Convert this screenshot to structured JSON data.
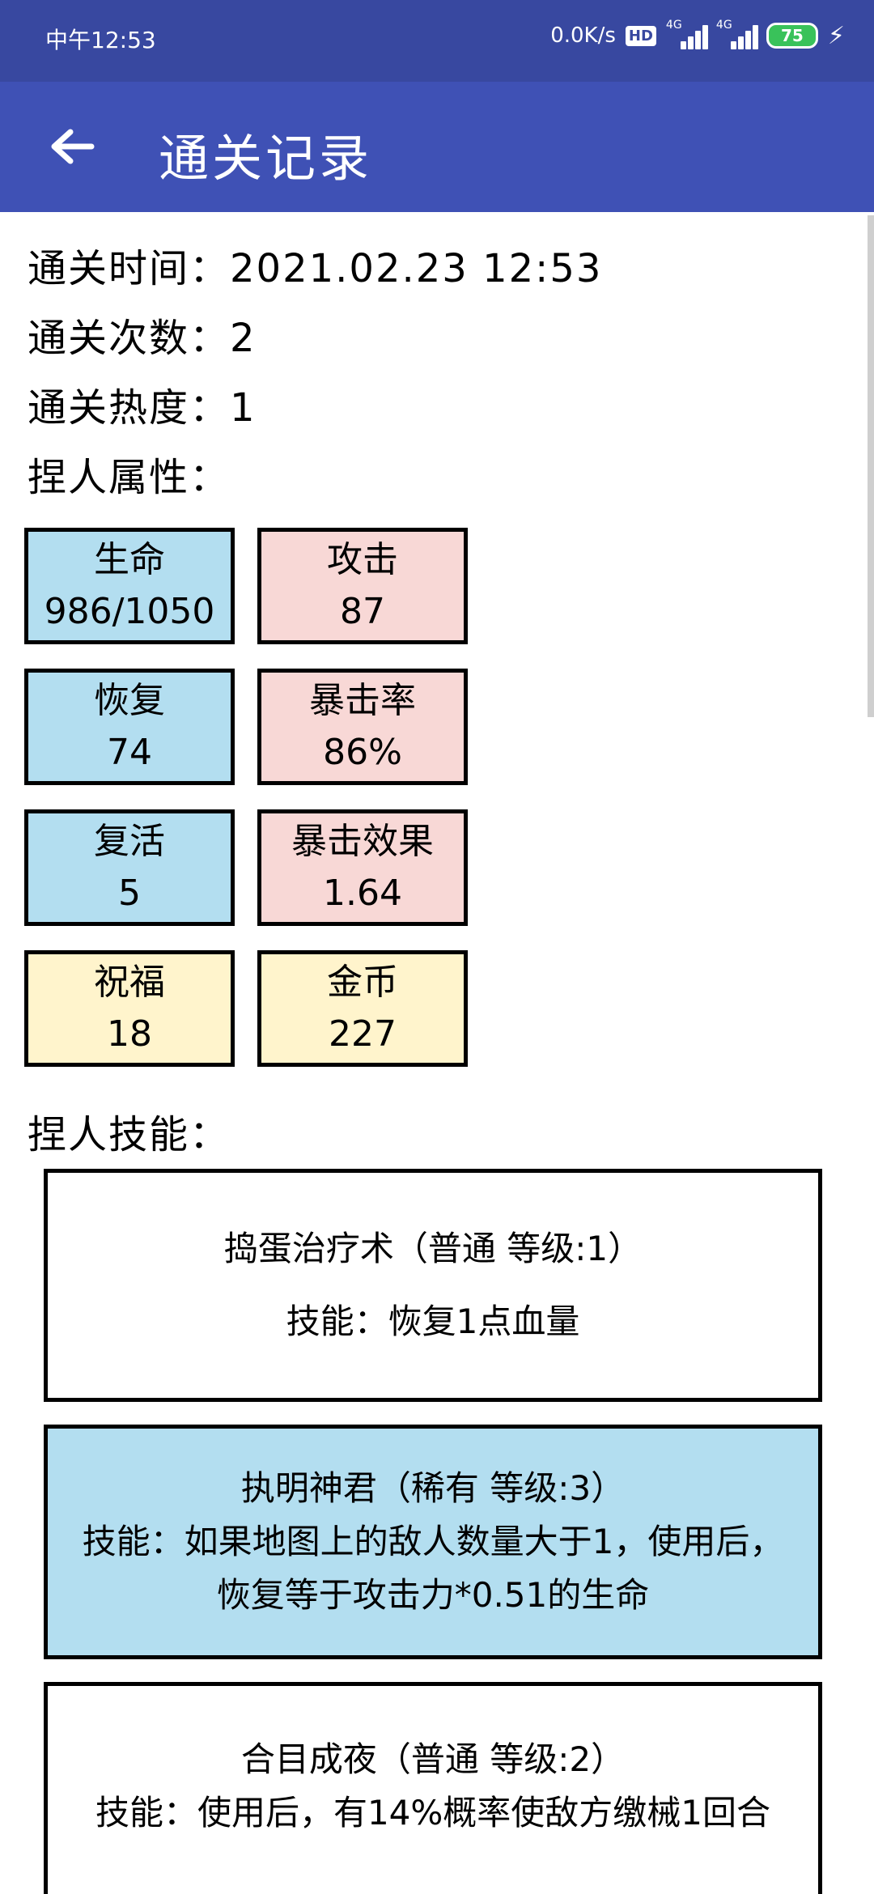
{
  "status_bar": {
    "time": "中午12:53",
    "net_speed": "0.0K/s",
    "hd": "HD",
    "signal1": "4G",
    "signal2": "4G",
    "battery": "75"
  },
  "app_bar": {
    "title": "通关记录",
    "back_icon": "arrow-left-icon"
  },
  "info": {
    "clear_time": "通关时间：2021.02.23 12:53",
    "clear_count": "通关次数：2",
    "clear_heat": "通关热度：1",
    "attributes_header": "捏人属性：",
    "skills_header": "捏人技能："
  },
  "stats": [
    {
      "label": "生命",
      "value": "986/1050",
      "color": "#b3def0"
    },
    {
      "label": "攻击",
      "value": "87",
      "color": "#f8d8d6"
    },
    {
      "label": "恢复",
      "value": "74",
      "color": "#b3def0"
    },
    {
      "label": "暴击率",
      "value": "86%",
      "color": "#f8d8d6"
    },
    {
      "label": "复活",
      "value": "5",
      "color": "#b3def0"
    },
    {
      "label": "暴击效果",
      "value": "1.64",
      "color": "#f8d8d6"
    },
    {
      "label": "祝福",
      "value": "18",
      "color": "#fff4cc"
    },
    {
      "label": "金币",
      "value": "227",
      "color": "#fff4cc"
    }
  ],
  "skills": [
    {
      "title": "捣蛋治疗术（普通 等级:1）",
      "desc": "技能：恢复1点血量",
      "color": "#ffffff"
    },
    {
      "title": "执明神君（稀有 等级:3）",
      "desc": "技能：如果地图上的敌人数量大于1，使用后，恢复等于攻击力*0.51的生命",
      "color": "#b3def0"
    },
    {
      "title": "合目成夜（普通 等级:2）",
      "desc": "技能：使用后，有14%概率使敌方缴械1回合",
      "color": "#ffffff"
    }
  ]
}
